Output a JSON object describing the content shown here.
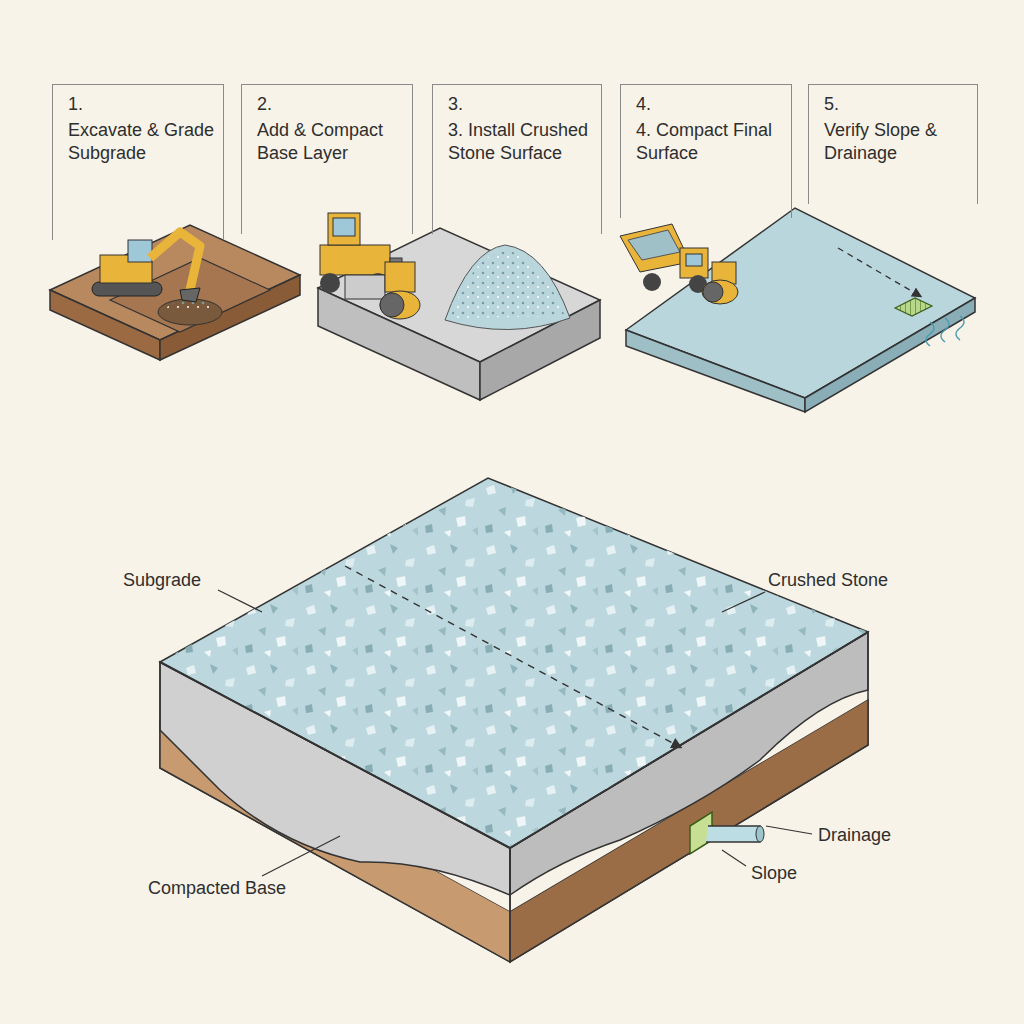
{
  "diagram": {
    "nodes": [
      {
        "text": [
          "1.",
          "Excavate & Grade Subgrade"
        ]
      },
      {
        "text": [
          "2.",
          "Add & Compact Base Layer"
        ]
      },
      {
        "text": [
          "3.",
          "3. Install Crushed Stone Surface"
        ]
      },
      {
        "text": [
          "4.",
          "4. Compact Final Surface"
        ]
      },
      {
        "text": [
          "5.",
          "Verify Slope & Drainage"
        ]
      }
    ],
    "edges": [],
    "labels": [
      "Subgrade",
      "Crushed Stone",
      "Drainage",
      "Slope",
      "Compacted Base"
    ]
  }
}
